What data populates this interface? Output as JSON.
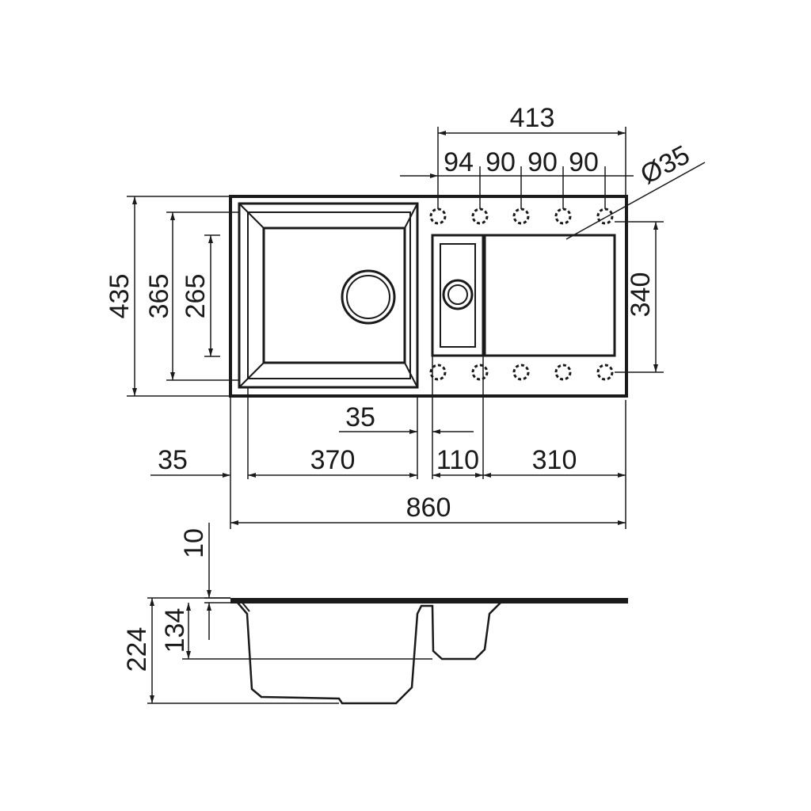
{
  "drawing": {
    "plan_view": {
      "overall_width": "860",
      "overall_depth": "435",
      "bowl_outer_depth": "365",
      "bowl_inner_depth": "265",
      "drainer_depth": "340",
      "tap_holes_span": "413",
      "tap_hole_spacing": [
        "94",
        "90",
        "90",
        "90"
      ],
      "tap_hole_diameter": "Ø35",
      "rim_left": "35",
      "bowl_width": "370",
      "divider_width": "35",
      "small_bowl_width": "110",
      "drainer_width": "310"
    },
    "section_view": {
      "rim_thickness": "10",
      "small_bowl_depth": "134",
      "main_bowl_depth": "224"
    }
  }
}
